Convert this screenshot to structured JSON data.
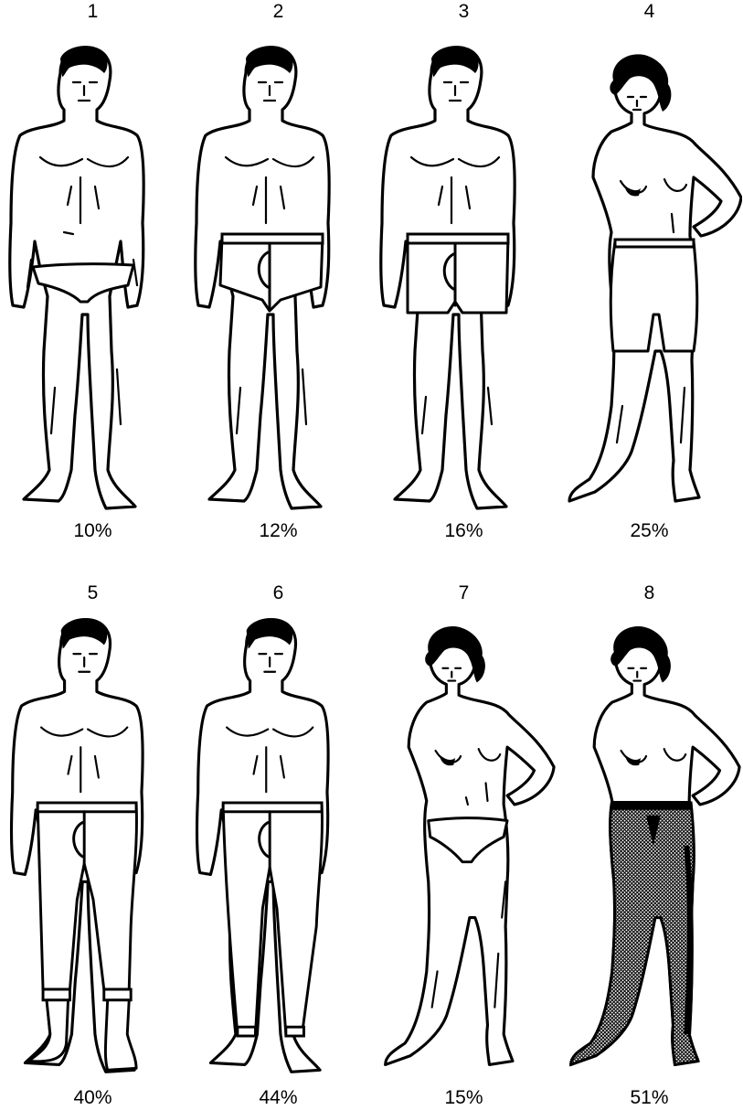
{
  "figures": [
    {
      "number": "1",
      "percent": "10%",
      "figure": "male",
      "garment": "briefs"
    },
    {
      "number": "2",
      "percent": "12%",
      "figure": "male",
      "garment": "trunks"
    },
    {
      "number": "3",
      "percent": "16%",
      "figure": "male",
      "garment": "boxer shorts"
    },
    {
      "number": "4",
      "percent": "25%",
      "figure": "female",
      "garment": "long-leg panty"
    },
    {
      "number": "5",
      "percent": "40%",
      "figure": "male",
      "garment": "long johns with socks"
    },
    {
      "number": "6",
      "percent": "44%",
      "figure": "male",
      "garment": "full long johns"
    },
    {
      "number": "7",
      "percent": "15%",
      "figure": "female",
      "garment": "panties"
    },
    {
      "number": "8",
      "percent": "51%",
      "figure": "female",
      "garment": "tights"
    }
  ]
}
